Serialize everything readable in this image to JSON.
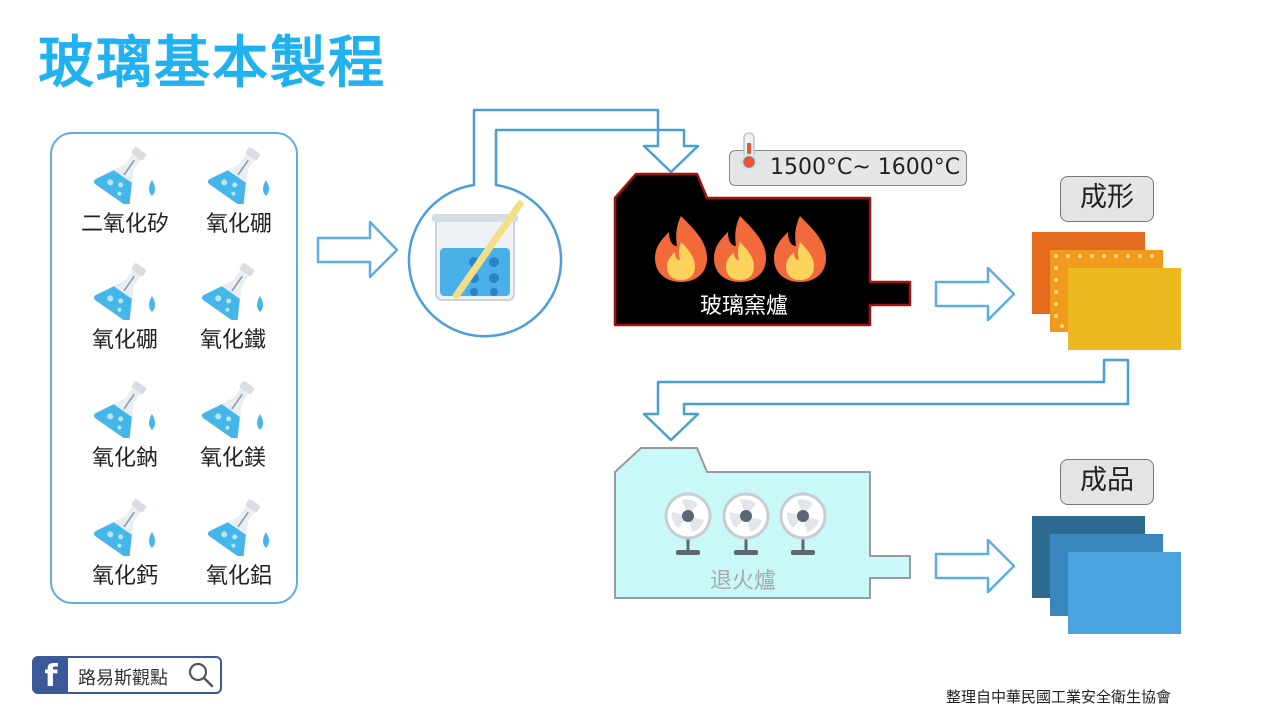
{
  "title": "玻璃基本製程",
  "ingredients": [
    "二氧化矽",
    "氧化硼",
    "氧化硼",
    "氧化鐵",
    "氧化鈉",
    "氧化鎂",
    "氧化鈣",
    "氧化鋁"
  ],
  "kiln": {
    "label": "玻璃窯爐",
    "temperature": "1500°C~ 1600°C"
  },
  "forming_label": "成形",
  "annealing": {
    "label": "退火爐"
  },
  "product_label": "成品",
  "facebook": {
    "page_name": "路易斯觀點"
  },
  "credit": "整理自中華民國工業安全衛生協會",
  "colors": {
    "title": "#1fb1f0",
    "arrow": "#5aaee0",
    "kiln_body": "#000000",
    "kiln_border": "#a31010",
    "anneal_body": "#c8f8f8",
    "forming": [
      "#e46a1c",
      "#f09a1e",
      "#ecba1e"
    ],
    "product": [
      "#2e6b92",
      "#3a87c0",
      "#4aa3de"
    ]
  }
}
